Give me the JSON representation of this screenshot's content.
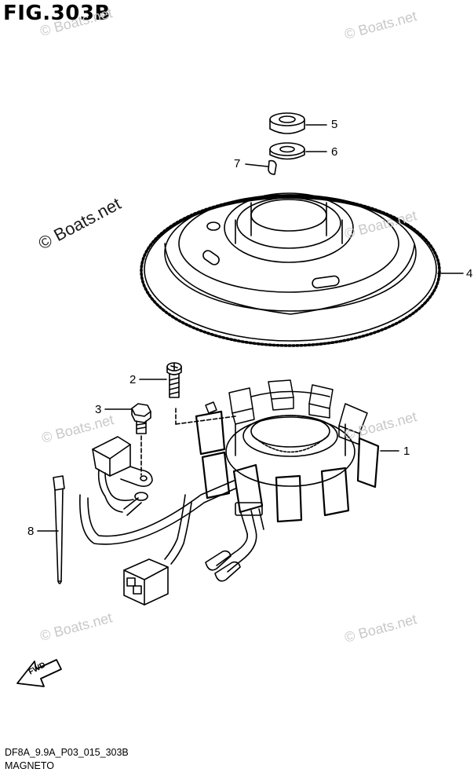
{
  "figure": {
    "title": "FIG.303B"
  },
  "watermarks": [
    "© Boats.net",
    "© Boats.net",
    "© Boats.net",
    "© Boats.net",
    "© Boats.net",
    "© Boats.net",
    "© Boats.net",
    "© Boats.net"
  ],
  "callouts": [
    "1",
    "2",
    "3",
    "4",
    "5",
    "6",
    "7",
    "8"
  ],
  "fwd_label": "FWD",
  "footer": {
    "code": "DF8A_9.9A_P03_015_303B",
    "caption": "MAGNETO"
  }
}
